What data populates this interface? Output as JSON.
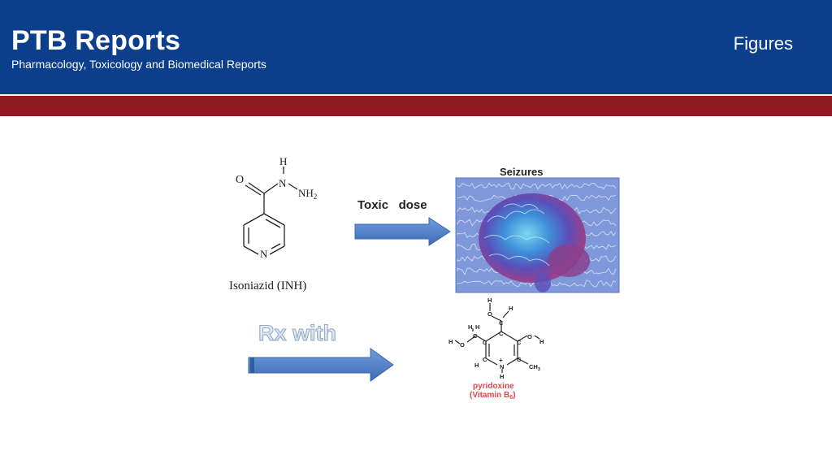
{
  "header": {
    "title": "PTB Reports",
    "subtitle": "Pharmacology, Toxicology and Biomedical Reports",
    "section": "Figures"
  },
  "colors": {
    "header_blue": "#0b3f8c",
    "band_red": "#8e1b22",
    "arrow_blue": "#4f7fc2",
    "eeg_blue": "#7f98d9",
    "label_red": "#e0474c"
  },
  "figure": {
    "inh": {
      "h_top": "H",
      "o": "O",
      "n_amide": "N",
      "nh2": "NH",
      "nh2_sub": "2",
      "ring_n": "N",
      "caption": "Isoniazid (INH)"
    },
    "arrow_toxic": {
      "label": "Toxic   dose"
    },
    "seizures": {
      "label": "Seizures",
      "icon": "brain-eeg-image"
    },
    "arrow_rx": {
      "label": "Rx with"
    },
    "pyridoxine": {
      "h1": "H",
      "o1": "O",
      "h2": "H",
      "h3": "H",
      "h4": "H",
      "o2": "O",
      "h5": "H",
      "o3": "O",
      "h6": "H",
      "c1": "C",
      "c2": "C",
      "c3": "C",
      "c4": "C",
      "c5": "C",
      "c6": "C",
      "c7": "C",
      "n_plus": "+",
      "n": "N",
      "h7": "H",
      "h8": "H",
      "ch3": "CH",
      "ch3_sub": "3",
      "caption1": "pyridoxine",
      "caption2": "(Vitamin B",
      "caption2_sub": "6",
      "caption2_end": ")"
    }
  }
}
